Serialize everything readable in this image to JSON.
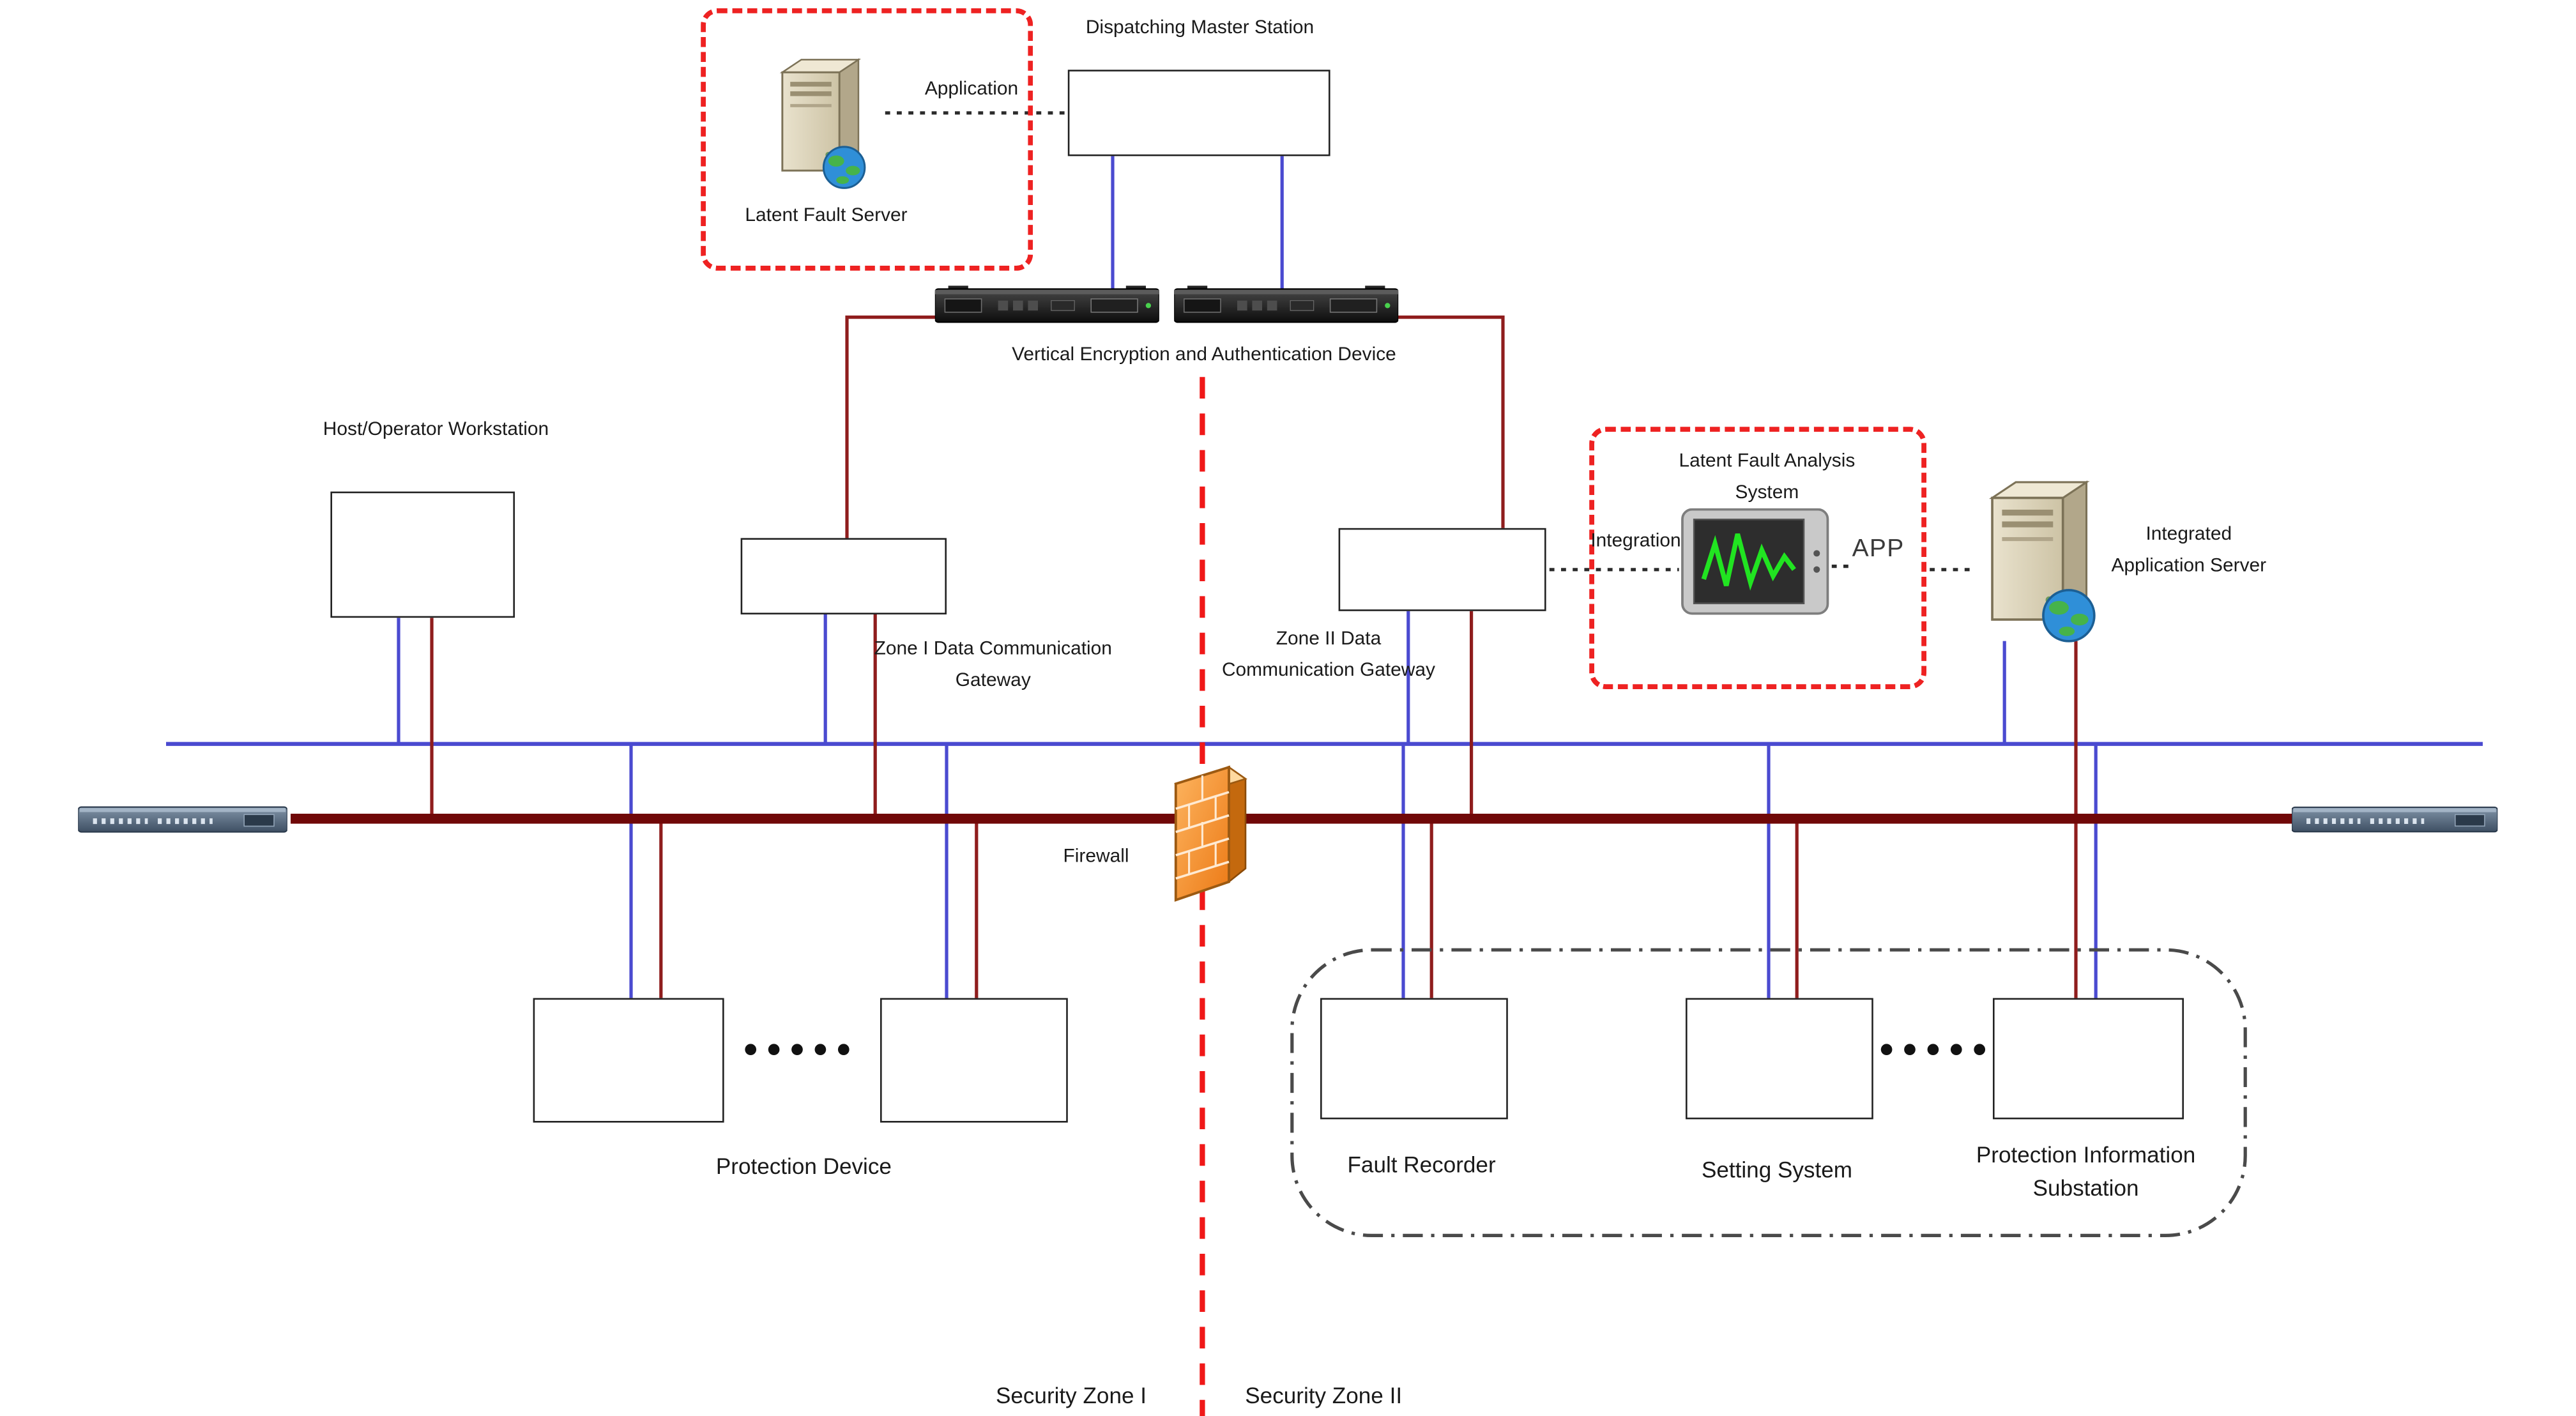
{
  "labels": {
    "dispatching": "Dispatching Master Station",
    "application": "Application",
    "latent_fault_server": "Latent Fault Server",
    "encryption_device": "Vertical Encryption and Authentication Device",
    "host_workstation": "Host/Operator Workstation",
    "zone1_gateway_l1": "Zone I Data Communication",
    "zone1_gateway_l2": "Gateway",
    "zone2_gateway_l1": "Zone II Data",
    "zone2_gateway_l2": "Communication Gateway",
    "lfa_l1": "Latent Fault Analysis",
    "lfa_l2": "System",
    "integration": "Integration",
    "app": "APP",
    "integrated_server_l1": "Integrated",
    "integrated_server_l2": "Application Server",
    "firewall": "Firewall",
    "protection_device": "Protection Device",
    "fault_recorder": "Fault Recorder",
    "setting_system": "Setting System",
    "protection_info_l1": "Protection Information",
    "protection_info_l2": "Substation",
    "security_zone_1": "Security Zone I",
    "security_zone_2": "Security Zone II"
  },
  "colors": {
    "line_blue": "#4a4ad0",
    "line_red": "#8f1d1d",
    "bus_red": "#700808",
    "zone_divider_red": "#f01818",
    "dashed_box_red": "#ee2222",
    "firewall_orange": "#ef7f1c",
    "waveform_green": "#21e421",
    "dashdot_border": "#4a4a4a"
  },
  "icons": {
    "server_icon": "tower-server-with-globe",
    "monitor_icon": "monitor-with-green-waveform",
    "firewall_icon": "orange-brick-wall",
    "switch_icon": "rack-network-switch",
    "encryption_device_icon": "black-rack-encryption-unit"
  }
}
